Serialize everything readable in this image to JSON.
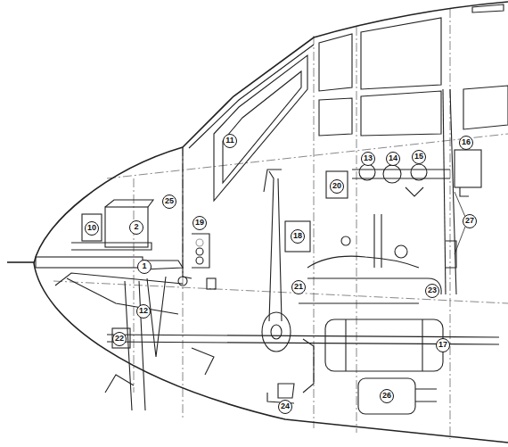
{
  "diagram": {
    "labels": [
      "11",
      "25",
      "10",
      "2",
      "19",
      "1",
      "12",
      "22",
      "20",
      "13",
      "14",
      "15",
      "16",
      "18",
      "21",
      "23",
      "17",
      "26",
      "24",
      "27"
    ]
  }
}
